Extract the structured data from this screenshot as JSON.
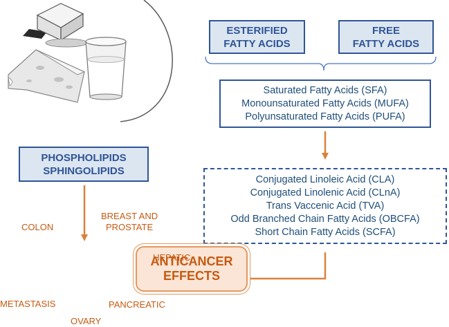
{
  "fatty_acid_types": {
    "esterified": [
      "ESTERIFIED",
      "FATTY ACIDS"
    ],
    "free": [
      "FREE",
      "FATTY ACIDS"
    ]
  },
  "main_classes": [
    "Saturated Fatty Acids (SFA)",
    "Monounsaturated Fatty Acids (MUFA)",
    "Polyunsaturated Fatty Acids (PUFA)"
  ],
  "bioactive_acids": [
    "Conjugated Linoleic Acid (CLA)",
    "Conjugated Linolenic Acid (CLnA)",
    "Trans Vaccenic Acid (TVA)",
    "Odd Branched Chain Fatty Acids (OBCFA)",
    "Short Chain Fatty Acids (SCFA)"
  ],
  "lipids": [
    "PHOSPHOLIPIDS",
    "SPHINGOLIPIDS"
  ],
  "outcome": [
    "ANTICANCER",
    "EFFECTS"
  ],
  "cancer_sites": {
    "colon": "COLON",
    "breast_prostate": [
      "BREAST AND",
      "PROSTATE"
    ],
    "hepatic": "HEPATIC",
    "metastasis": "METASTASIS",
    "pancreatic": "PANCREATIC",
    "ovary": "OVARY"
  },
  "colors": {
    "blue": "#2f5496",
    "blue_fill": "#dce6f1",
    "orange": "#c55a11",
    "orange_arrow": "#d9823b",
    "orange_fill": "#fbe5d6"
  },
  "icons": [
    "butter-icon",
    "cheese-icon",
    "milk-glass-icon"
  ]
}
